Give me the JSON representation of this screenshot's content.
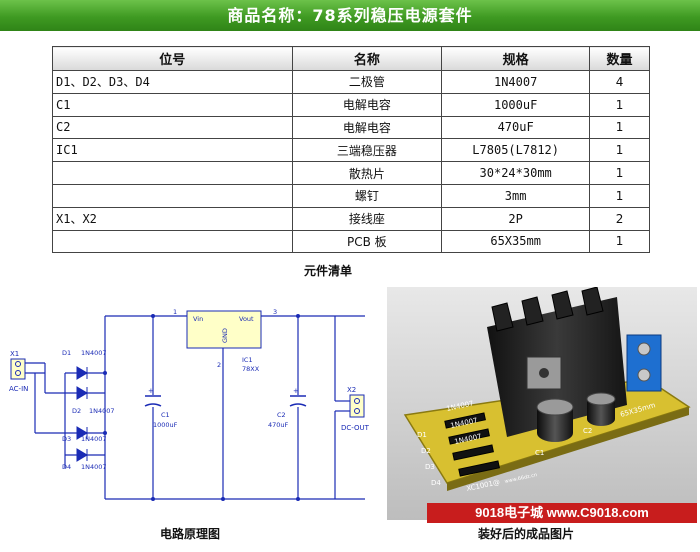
{
  "title": "商品名称：78系列稳压电源套件",
  "table": {
    "headers": [
      "位号",
      "名称",
      "规格",
      "数量"
    ],
    "rows": [
      {
        "pos": "D1、D2、D3、D4",
        "name": "二极管",
        "spec": "1N4007",
        "qty": "4"
      },
      {
        "pos": "C1",
        "name": "电解电容",
        "spec": "1000uF",
        "qty": "1"
      },
      {
        "pos": "C2",
        "name": "电解电容",
        "spec": "470uF",
        "qty": "1"
      },
      {
        "pos": "IC1",
        "name": "三端稳压器",
        "spec": "L7805(L7812)",
        "qty": "1"
      },
      {
        "pos": "",
        "name": "散热片",
        "spec": "30*24*30mm",
        "qty": "1"
      },
      {
        "pos": "",
        "name": "螺钉",
        "spec": "3mm",
        "qty": "1"
      },
      {
        "pos": "X1、X2",
        "name": "接线座",
        "spec": "2P",
        "qty": "2"
      },
      {
        "pos": "",
        "name": "PCB 板",
        "spec": "65X35mm",
        "qty": "1"
      }
    ]
  },
  "captions": {
    "bom": "元件清单",
    "schematic": "电路原理图",
    "photo": "装好后的成品图片"
  },
  "schematic": {
    "x1": "X1",
    "ac_in": "AC-IN",
    "d1": "D1",
    "d2": "D2",
    "d3": "D3",
    "d4": "D4",
    "diode": "1N4007",
    "c1": "C1",
    "c1v": "1000uF",
    "c2": "C2",
    "c2v": "470uF",
    "vin": "Vin",
    "vout": "Vout",
    "gnd": "GND",
    "ic1": "IC1",
    "ic1v": "78XX",
    "pin1": "1",
    "pin2": "2",
    "pin3": "3",
    "x2": "X2",
    "dc_out": "DC-OUT"
  },
  "photo": {
    "d1": "D1",
    "d2": "D2",
    "d3": "D3",
    "d4": "D4",
    "diode": "1N4007",
    "c1": "C1",
    "c2": "C2",
    "size": "65X35mm",
    "xcode": "XC1001@",
    "web": "www.66dz.cn"
  },
  "watermark": "9018电子城   www.C9018.com",
  "colors": {
    "title_bg": "#3f9a22",
    "wire": "#1a2bb5",
    "ic_fill": "#ffffc8",
    "pcb": "#d8c030",
    "watermark_bg": "#c81d1d"
  }
}
